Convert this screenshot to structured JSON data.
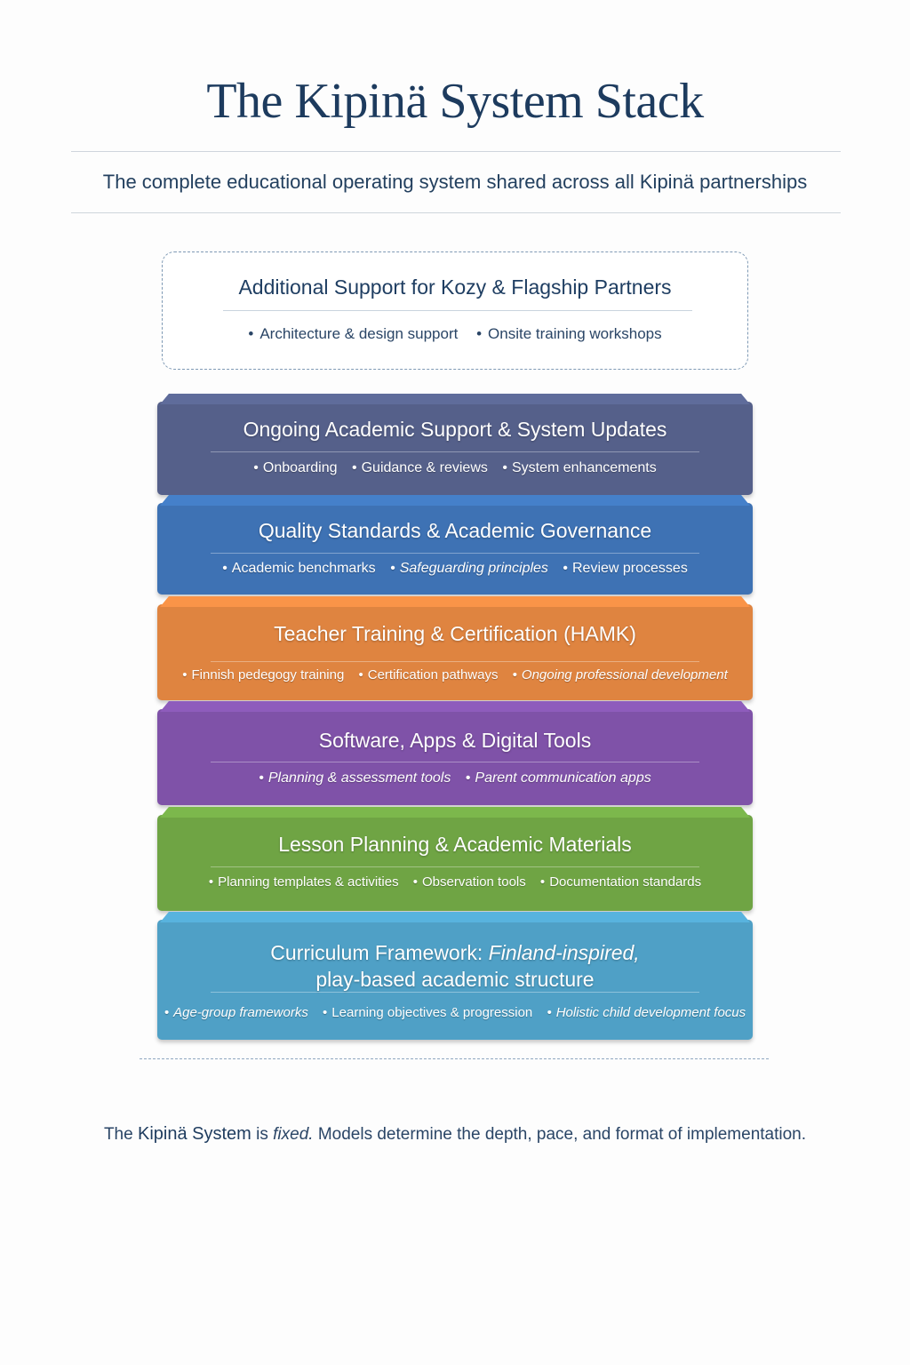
{
  "title": "The Kipinä System Stack",
  "subtitle": "The complete educational operating system shared across all Kipinä partnerships",
  "support_box": {
    "title": "Additional Support for Kozy & Flagship Partners",
    "bullets": [
      "Architecture & design support",
      "Onsite training workshops"
    ]
  },
  "layers": [
    {
      "title": "Ongoing Academic Support & System Updates",
      "bullets": [
        "Onboarding",
        "Guidance & reviews",
        "System enhancements"
      ],
      "color": "#55608a"
    },
    {
      "title": "Quality Standards & Academic Governance",
      "bullets": [
        "Academic benchmarks",
        "Safeguarding principles",
        "Review processes"
      ],
      "color": "#3e72b4"
    },
    {
      "title": "Teacher Training & Certification (HAMK)",
      "bullets": [
        "Finnish pedegogy training",
        "Certification pathways",
        "Ongoing professional development"
      ],
      "color": "#df8440"
    },
    {
      "title": "Software, Apps & Digital Tools",
      "bullets": [
        "Planning & assessment tools",
        "Parent communication apps"
      ],
      "color": "#7f52a8"
    },
    {
      "title": "Lesson Planning & Academic Materials",
      "bullets": [
        "Planning templates & activities",
        "Observation tools",
        "Documentation standards"
      ],
      "color": "#6fa444"
    },
    {
      "title_main": "Curriculum Framework:",
      "title_italic": "Finland-inspired,",
      "title_line2": "play-based academic structure",
      "bullets": [
        "Age-group frameworks",
        "Learning objectives & progression",
        "Holistic child development focus"
      ],
      "color": "#4fa0c6"
    }
  ],
  "footer": {
    "part1": "The",
    "bold": "Kipinä System",
    "part2": "is",
    "italic": "fixed.",
    "part3": "Models determine the depth, pace, and format of implementation."
  }
}
